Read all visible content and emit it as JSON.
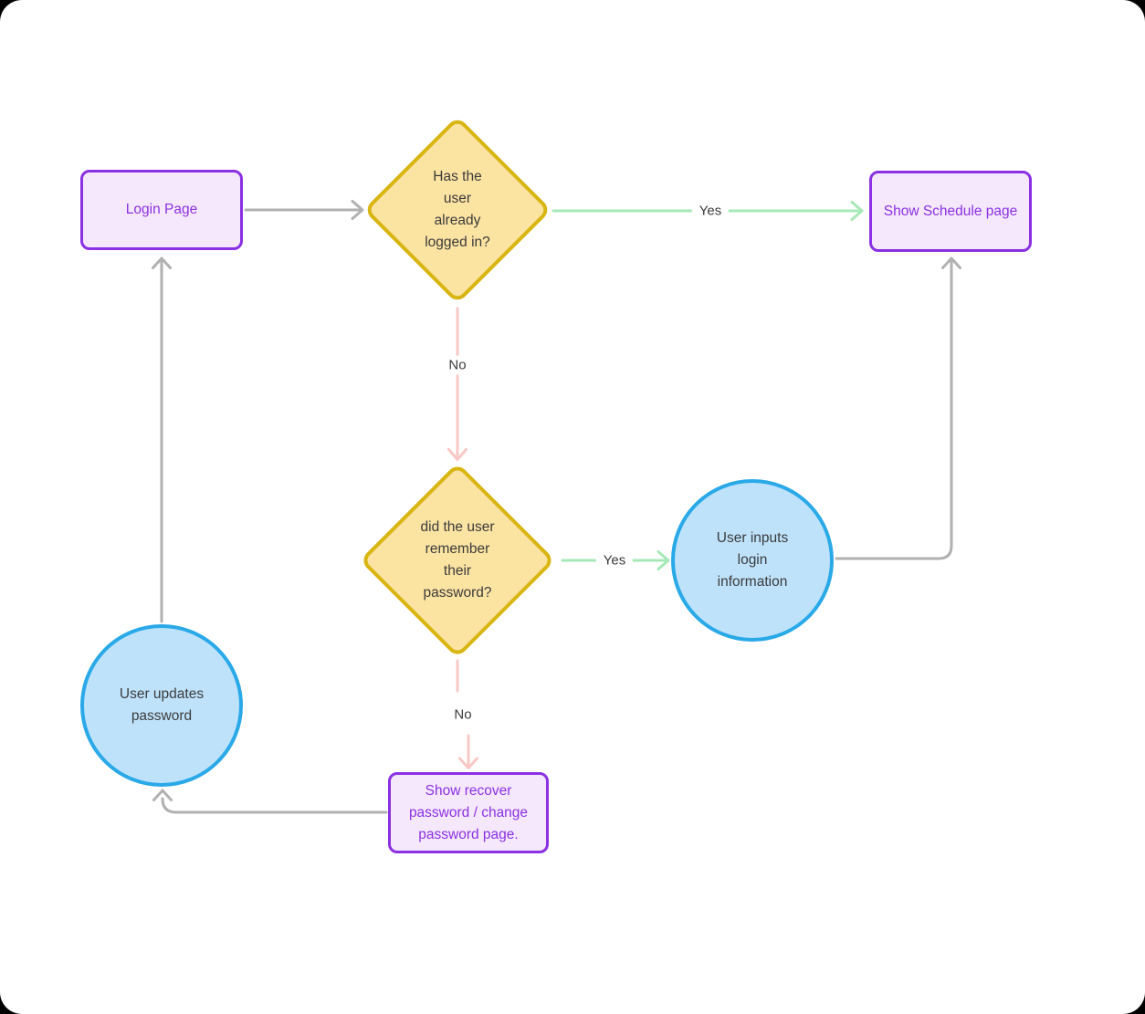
{
  "diagram": {
    "nodes": {
      "login_page": {
        "label": "Login Page",
        "shape": "rectangle"
      },
      "decision_logged_in": {
        "label": "Has the\nuser\nalready\nlogged in?",
        "shape": "diamond"
      },
      "show_schedule": {
        "label": "Show Schedule page",
        "shape": "rectangle"
      },
      "decision_remember": {
        "label": "did the user\nremember\ntheir\npassword?",
        "shape": "diamond"
      },
      "user_inputs_login": {
        "label": "User inputs\nlogin\ninformation",
        "shape": "circle"
      },
      "user_updates_password": {
        "label": "User updates\npassword",
        "shape": "circle"
      },
      "show_recover": {
        "label": "Show recover\npassword / change\npassword page.",
        "shape": "rectangle"
      }
    },
    "edge_labels": {
      "decision1_yes": "Yes",
      "decision1_no": "No",
      "decision2_yes": "Yes",
      "decision2_no": "No"
    },
    "colors": {
      "purple_border": "#8B30E3",
      "purple_fill": "#F5E8FD",
      "yellow_border": "#D9B512",
      "yellow_fill": "#FBE3A2",
      "blue_border": "#2AA9E8",
      "blue_fill": "#BFE2FB",
      "edge_gray": "#B1B1B1",
      "edge_green": "#A6E9B6",
      "edge_pink": "#F9C8C5",
      "text_dark": "#3B3B3B"
    }
  }
}
